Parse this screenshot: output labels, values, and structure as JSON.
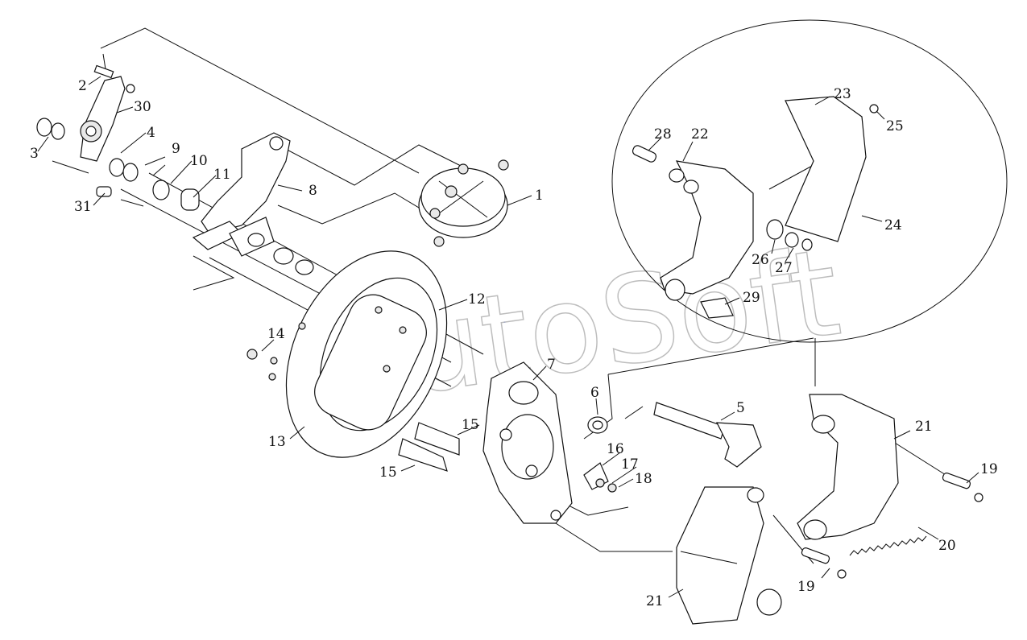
{
  "watermark": "AutoSoft",
  "parts": [
    {
      "id": "callout-1",
      "label": "1"
    },
    {
      "id": "callout-2",
      "label": "2"
    },
    {
      "id": "callout-3",
      "label": "3"
    },
    {
      "id": "callout-4",
      "label": "4"
    },
    {
      "id": "callout-5",
      "label": "5"
    },
    {
      "id": "callout-6",
      "label": "6"
    },
    {
      "id": "callout-7",
      "label": "7"
    },
    {
      "id": "callout-8",
      "label": "8"
    },
    {
      "id": "callout-9",
      "label": "9"
    },
    {
      "id": "callout-10",
      "label": "10"
    },
    {
      "id": "callout-11",
      "label": "11"
    },
    {
      "id": "callout-12",
      "label": "12"
    },
    {
      "id": "callout-13",
      "label": "13"
    },
    {
      "id": "callout-14",
      "label": "14"
    },
    {
      "id": "callout-15a",
      "label": "15"
    },
    {
      "id": "callout-15b",
      "label": "15"
    },
    {
      "id": "callout-16",
      "label": "16"
    },
    {
      "id": "callout-17",
      "label": "17"
    },
    {
      "id": "callout-18",
      "label": "18"
    },
    {
      "id": "callout-19a",
      "label": "19"
    },
    {
      "id": "callout-19b",
      "label": "19"
    },
    {
      "id": "callout-20",
      "label": "20"
    },
    {
      "id": "callout-21a",
      "label": "21"
    },
    {
      "id": "callout-21b",
      "label": "21"
    },
    {
      "id": "callout-22",
      "label": "22"
    },
    {
      "id": "callout-23",
      "label": "23"
    },
    {
      "id": "callout-24",
      "label": "24"
    },
    {
      "id": "callout-25",
      "label": "25"
    },
    {
      "id": "callout-26",
      "label": "26"
    },
    {
      "id": "callout-27",
      "label": "27"
    },
    {
      "id": "callout-28",
      "label": "28"
    },
    {
      "id": "callout-29",
      "label": "29"
    },
    {
      "id": "callout-30",
      "label": "30"
    },
    {
      "id": "callout-31",
      "label": "31"
    }
  ]
}
